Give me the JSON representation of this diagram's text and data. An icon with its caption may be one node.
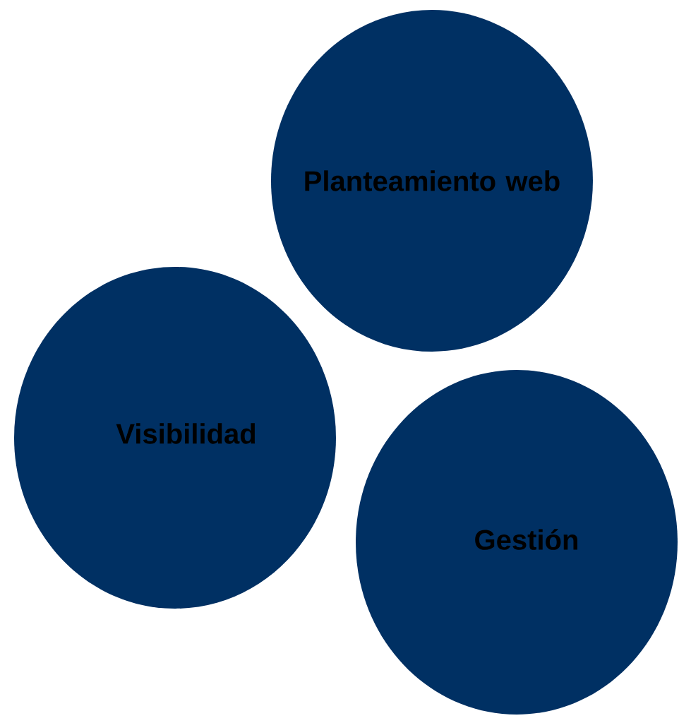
{
  "diagram": {
    "nodes": [
      {
        "text": [
          "Planteamiento web"
        ]
      },
      {
        "text": [
          "Visibilidad"
        ]
      },
      {
        "text": [
          "Gestión"
        ]
      }
    ]
  }
}
